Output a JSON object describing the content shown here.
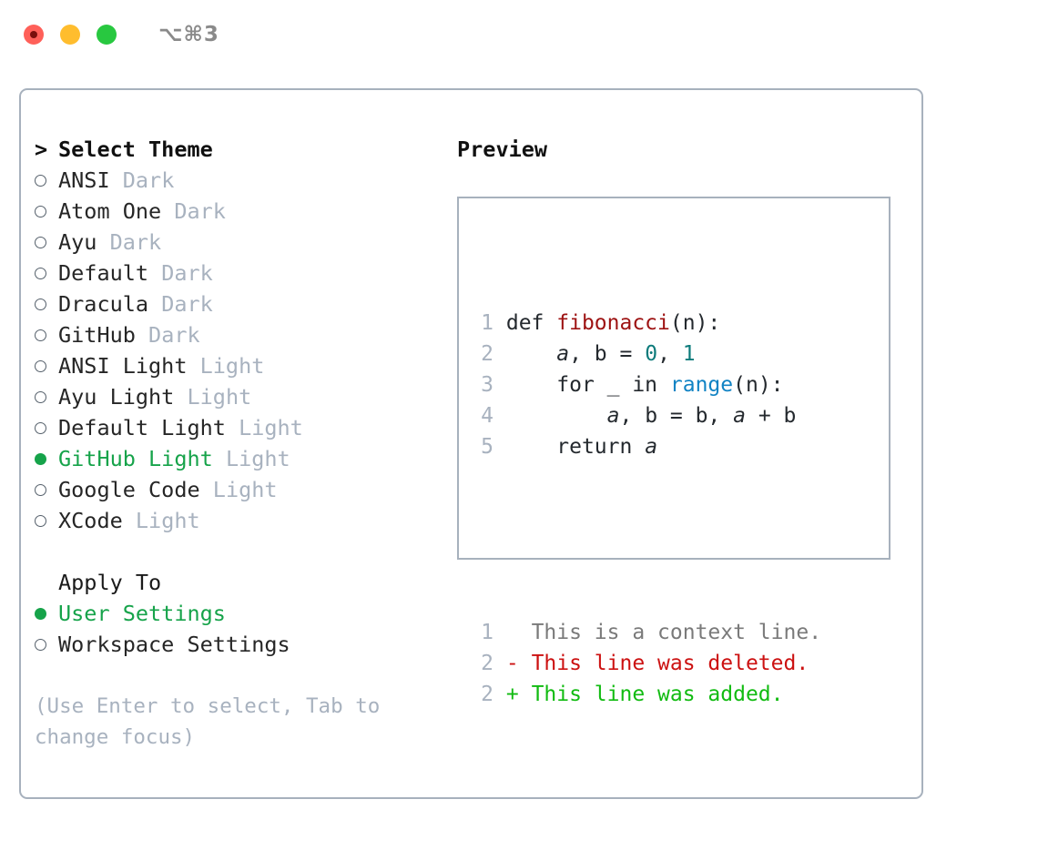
{
  "titlebar": {
    "shortcut": "⌥⌘3",
    "lights": [
      {
        "name": "close",
        "color": "#ff6059"
      },
      {
        "name": "minimize",
        "color": "#ffbd2e"
      },
      {
        "name": "maximize",
        "color": "#28c840"
      }
    ]
  },
  "theme_list": {
    "header_prefix": "> ",
    "header": "Select Theme",
    "items": [
      {
        "name": "ANSI",
        "tag": "Dark",
        "selected": false
      },
      {
        "name": "Atom One",
        "tag": "Dark",
        "selected": false
      },
      {
        "name": "Ayu",
        "tag": "Dark",
        "selected": false
      },
      {
        "name": "Default",
        "tag": "Dark",
        "selected": false
      },
      {
        "name": "Dracula",
        "tag": "Dark",
        "selected": false
      },
      {
        "name": "GitHub",
        "tag": "Dark",
        "selected": false
      },
      {
        "name": "ANSI Light",
        "tag": "Light",
        "selected": false
      },
      {
        "name": "Ayu Light",
        "tag": "Light",
        "selected": false
      },
      {
        "name": "Default Light",
        "tag": "Light",
        "selected": false
      },
      {
        "name": "GitHub Light",
        "tag": "Light",
        "selected": true
      },
      {
        "name": "Google Code",
        "tag": "Light",
        "selected": false
      },
      {
        "name": "XCode",
        "tag": "Light",
        "selected": false
      }
    ]
  },
  "apply_to": {
    "header": "Apply To",
    "items": [
      {
        "name": "User Settings",
        "selected": true
      },
      {
        "name": "Workspace Settings",
        "selected": false
      }
    ]
  },
  "hint": "(Use Enter to select, Tab to change focus)",
  "preview": {
    "title": "Preview",
    "code_lines": [
      {
        "number": "1",
        "parts": [
          {
            "text": "def ",
            "style": "plain"
          },
          {
            "text": "fibonacci",
            "style": "fn"
          },
          {
            "text": "(n):",
            "style": "plain"
          }
        ]
      },
      {
        "number": "2",
        "parts": [
          {
            "text": "    ",
            "style": "plain"
          },
          {
            "text": "a",
            "style": "ital"
          },
          {
            "text": ", b = ",
            "style": "plain"
          },
          {
            "text": "0",
            "style": "num"
          },
          {
            "text": ", ",
            "style": "plain"
          },
          {
            "text": "1",
            "style": "num"
          }
        ]
      },
      {
        "number": "3",
        "parts": [
          {
            "text": "    for _ in ",
            "style": "plain"
          },
          {
            "text": "range",
            "style": "call"
          },
          {
            "text": "(n):",
            "style": "plain"
          }
        ]
      },
      {
        "number": "4",
        "parts": [
          {
            "text": "        ",
            "style": "plain"
          },
          {
            "text": "a",
            "style": "ital"
          },
          {
            "text": ", b = b, ",
            "style": "plain"
          },
          {
            "text": "a",
            "style": "ital"
          },
          {
            "text": " + b",
            "style": "plain"
          }
        ]
      },
      {
        "number": "5",
        "parts": [
          {
            "text": "    return ",
            "style": "plain"
          },
          {
            "text": "a",
            "style": "ital"
          }
        ]
      }
    ],
    "diff_lines": [
      {
        "number": "1",
        "sign": "  ",
        "text": "This is a context line.",
        "kind": "ctx"
      },
      {
        "number": "2",
        "sign": "- ",
        "text": "This line was deleted.",
        "kind": "del"
      },
      {
        "number": "2",
        "sign": "+ ",
        "text": "This line was added.",
        "kind": "add"
      }
    ]
  },
  "colors": {
    "border": "#a7b1bd",
    "muted": "#a8b2bf",
    "selected_green": "#16a34a",
    "diff_add": "#11bb11",
    "diff_del": "#cc1111",
    "token_function": "#9d1212",
    "token_number": "#0d7b7b",
    "token_call": "#1183c4"
  }
}
